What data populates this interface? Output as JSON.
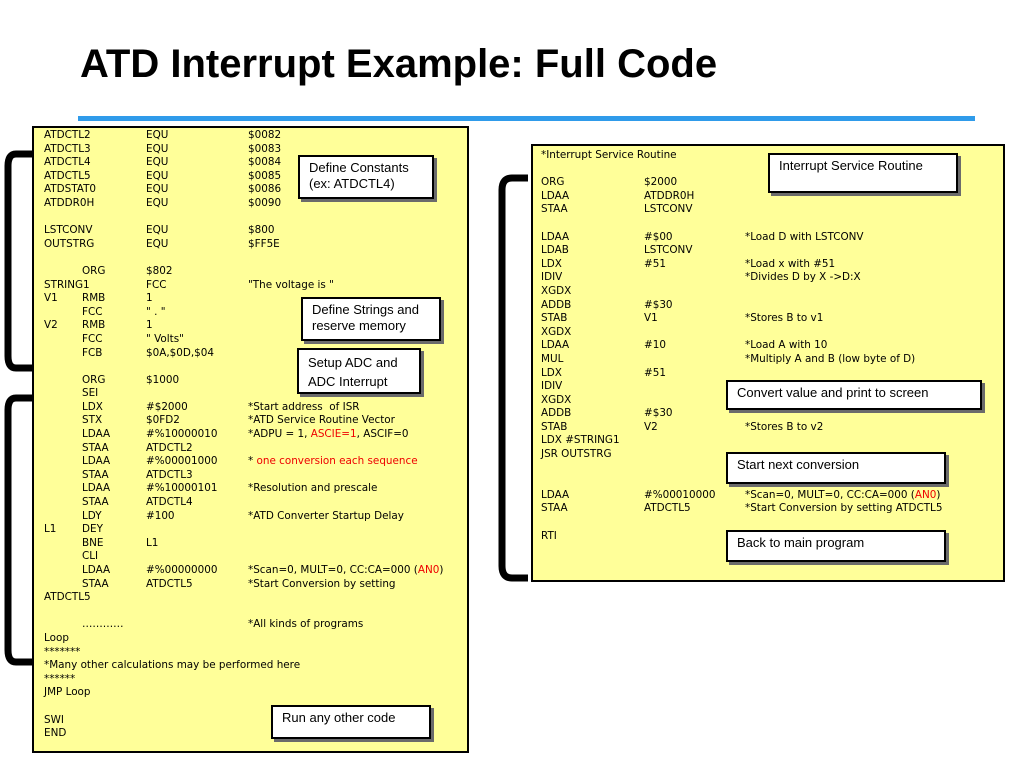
{
  "title": "ATD Interrupt Example: Full Code",
  "left_code": [
    {
      "c": [
        "ATDCTL2",
        "",
        "EQU",
        "$0082"
      ]
    },
    {
      "c": [
        "ATDCTL3",
        "",
        "EQU",
        "$0083"
      ]
    },
    {
      "c": [
        "ATDCTL4",
        "",
        "EQU",
        "$0084"
      ]
    },
    {
      "c": [
        "ATDCTL5",
        "",
        "EQU",
        "$0085"
      ]
    },
    {
      "c": [
        "ATDSTAT0",
        "",
        "EQU",
        "$0086"
      ]
    },
    {
      "c": [
        "ATDDR0H",
        "",
        "EQU",
        "$0090"
      ]
    },
    {
      "c": []
    },
    {
      "c": [
        "LSTCONV",
        "",
        "EQU",
        "$800"
      ]
    },
    {
      "c": [
        "OUTSTRG",
        "",
        "EQU",
        "$FF5E"
      ]
    },
    {
      "c": []
    },
    {
      "c": [
        "",
        "ORG",
        "$802",
        ""
      ]
    },
    {
      "c": [
        "STRING1",
        "",
        "FCC",
        "\"The voltage is \""
      ]
    },
    {
      "c": [
        "V1",
        "RMB",
        "1",
        ""
      ]
    },
    {
      "c": [
        "",
        "FCC",
        "\" . \"",
        ""
      ]
    },
    {
      "c": [
        "V2",
        "RMB",
        "1",
        ""
      ]
    },
    {
      "c": [
        "",
        "FCC",
        "\" Volts\"",
        ""
      ]
    },
    {
      "c": [
        "",
        "FCB",
        "$0A,$0D,$04",
        ""
      ]
    },
    {
      "c": []
    },
    {
      "c": [
        "",
        "ORG",
        "$1000",
        ""
      ]
    },
    {
      "c": [
        "",
        "SEI",
        "",
        ""
      ]
    },
    {
      "c": [
        "",
        "LDX",
        "#$2000",
        "*Start address  of ISR"
      ]
    },
    {
      "c": [
        "",
        "STX",
        "$0FD2",
        "*ATD Service Routine Vector"
      ]
    },
    {
      "c": [
        "",
        "LDAA",
        "#%10000010",
        "*ADPU = 1, "
      ],
      "red": "ASCIE=1",
      "tail": ", ASCIF=0"
    },
    {
      "c": [
        "",
        "STAA",
        "ATDCTL2",
        ""
      ]
    },
    {
      "c": [
        "",
        "LDAA",
        "#%00001000",
        "* "
      ],
      "red": "one conversion each sequence",
      "tail": ""
    },
    {
      "c": [
        "",
        "STAA",
        "ATDCTL3",
        ""
      ]
    },
    {
      "c": [
        "",
        "LDAA",
        "#%10000101",
        "*Resolution and prescale"
      ]
    },
    {
      "c": [
        "",
        "STAA",
        "ATDCTL4",
        ""
      ]
    },
    {
      "c": [
        "",
        "LDY",
        "#100",
        "*ATD Converter Startup Delay"
      ]
    },
    {
      "c": [
        "L1",
        "DEY",
        "",
        ""
      ]
    },
    {
      "c": [
        "",
        "BNE",
        "L1",
        ""
      ]
    },
    {
      "c": [
        "",
        "CLI",
        "",
        ""
      ]
    },
    {
      "c": [
        "",
        "LDAA",
        "#%00000000",
        "*Scan=0, MULT=0, CC:CA=000 ("
      ],
      "red": "AN0",
      "tail": ")"
    },
    {
      "c": [
        "",
        "STAA",
        "ATDCTL5",
        "*Start Conversion by setting"
      ]
    },
    {
      "c": [
        "ATDCTL5",
        "",
        "",
        ""
      ]
    },
    {
      "c": []
    },
    {
      "c": [
        "",
        "…………",
        "",
        "*All kinds of programs"
      ]
    },
    {
      "c": [
        "Loop",
        "",
        "",
        ""
      ]
    },
    {
      "c": [
        "*******",
        "",
        "",
        ""
      ]
    },
    {
      "c": [
        "*Many other calculations may be performed here",
        "",
        "",
        ""
      ]
    },
    {
      "c": [
        "******",
        "",
        "",
        ""
      ]
    },
    {
      "c": [
        "JMP Loop",
        "",
        "",
        ""
      ]
    },
    {
      "c": []
    },
    {
      "c": [
        "SWI",
        "",
        "",
        ""
      ]
    },
    {
      "c": [
        "END",
        "",
        "",
        ""
      ]
    }
  ],
  "right_code": [
    {
      "c": [
        "*Interrupt Service Routine",
        "",
        ""
      ]
    },
    {
      "c": []
    },
    {
      "c": [
        "ORG",
        "$2000",
        ""
      ]
    },
    {
      "c": [
        "LDAA",
        "ATDDR0H",
        ""
      ]
    },
    {
      "c": [
        "STAA",
        "LSTCONV",
        ""
      ]
    },
    {
      "c": []
    },
    {
      "c": [
        "LDAA",
        "#$00",
        "*Load D with LSTCONV"
      ]
    },
    {
      "c": [
        "LDAB",
        "LSTCONV",
        ""
      ]
    },
    {
      "c": [
        "LDX",
        "#51",
        "*Load x with #51"
      ]
    },
    {
      "c": [
        "IDIV",
        "",
        "*Divides D by X ->D:X"
      ]
    },
    {
      "c": [
        "XGDX",
        "",
        ""
      ]
    },
    {
      "c": [
        "ADDB",
        "#$30",
        ""
      ]
    },
    {
      "c": [
        "STAB",
        "V1",
        "*Stores B to v1"
      ]
    },
    {
      "c": [
        "XGDX",
        "",
        ""
      ]
    },
    {
      "c": [
        "LDAA",
        "#10",
        "*Load A with 10"
      ]
    },
    {
      "c": [
        "MUL",
        "",
        "*Multiply A and B (low byte of D)"
      ]
    },
    {
      "c": [
        "LDX",
        "#51",
        ""
      ]
    },
    {
      "c": [
        "IDIV",
        "",
        ""
      ]
    },
    {
      "c": [
        "XGDX",
        "",
        ""
      ]
    },
    {
      "c": [
        "ADDB",
        "#$30",
        ""
      ]
    },
    {
      "c": [
        "STAB",
        "V2",
        "*Stores B to v2"
      ]
    },
    {
      "c": [
        "LDX #STRING1",
        "",
        ""
      ]
    },
    {
      "c": [
        "JSR OUTSTRG",
        "",
        ""
      ]
    },
    {
      "c": []
    },
    {
      "c": []
    },
    {
      "c": [
        "LDAA",
        "#%00010000",
        "*Scan=0, MULT=0, CC:CA=000 ("
      ],
      "red": "AN0",
      "tail": ")"
    },
    {
      "c": [
        "STAA",
        "ATDCTL5",
        "*Start Conversion by setting ATDCTL5"
      ]
    },
    {
      "c": []
    },
    {
      "c": [
        "RTI",
        "",
        ""
      ]
    }
  ],
  "callouts": {
    "define_constants": "Define Constants (ex: ATDCTL4)",
    "define_strings": "Define Strings and reserve memory",
    "setup_adc": "Setup ADC and ADC Interrupt",
    "run_other_code": "Run any other code",
    "isr": "Interrupt Service Routine",
    "convert_print": "Convert value and print to screen",
    "start_next": "Start next conversion",
    "back_main": "Back to main program"
  },
  "colors": {
    "panel_fill": "#ffff99",
    "accent_rule": "#2f9bea",
    "highlight_text": "#ee0000"
  }
}
